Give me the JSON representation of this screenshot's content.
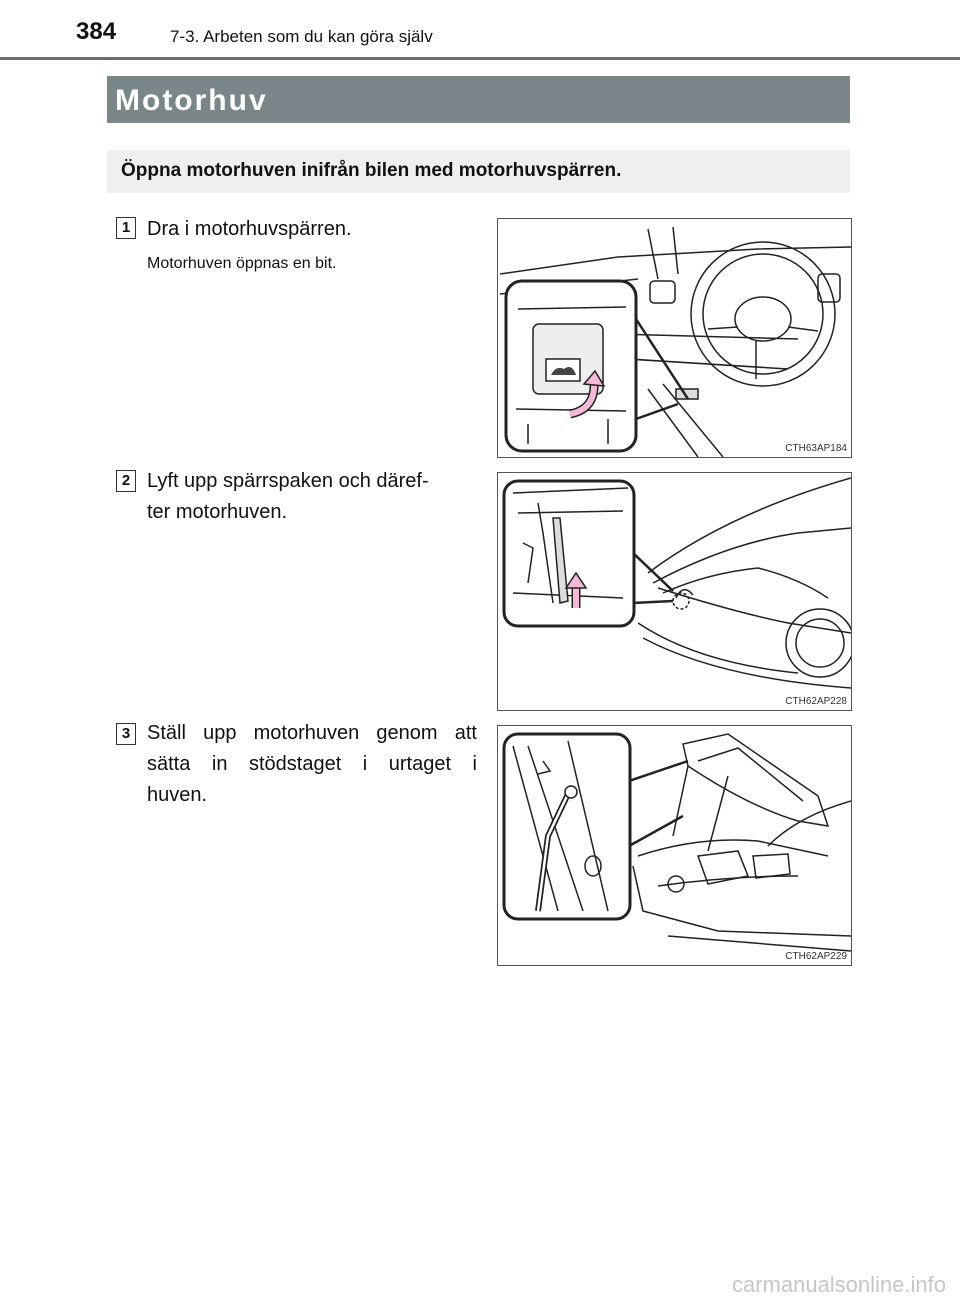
{
  "header": {
    "page_number": "384",
    "section": "7-3. Arbeten som du kan göra själv"
  },
  "title": "Motorhuv",
  "intro": "Öppna motorhuven inifrån bilen med motorhuvspärren.",
  "steps": [
    {
      "number": "1",
      "text": "Dra i motorhuvspärren.",
      "sub": "Motorhuven öppnas en bit.",
      "figure_code": "CTH63AP184"
    },
    {
      "number": "2",
      "line1": "Lyft upp spärrspaken och däref-",
      "line2": "ter motorhuven.",
      "figure_code": "CTH62AP228"
    },
    {
      "number": "3",
      "line1": "Ställ upp motorhuven genom att",
      "line2": "sätta in stödstaget i urtaget i",
      "line3": "huven.",
      "figure_code": "CTH62AP229"
    }
  ],
  "watermark": "carmanualsonline.info",
  "colors": {
    "title_bar": "#7a8689",
    "intro_bar": "#eeefef",
    "arrow": "#f4b8d8"
  }
}
